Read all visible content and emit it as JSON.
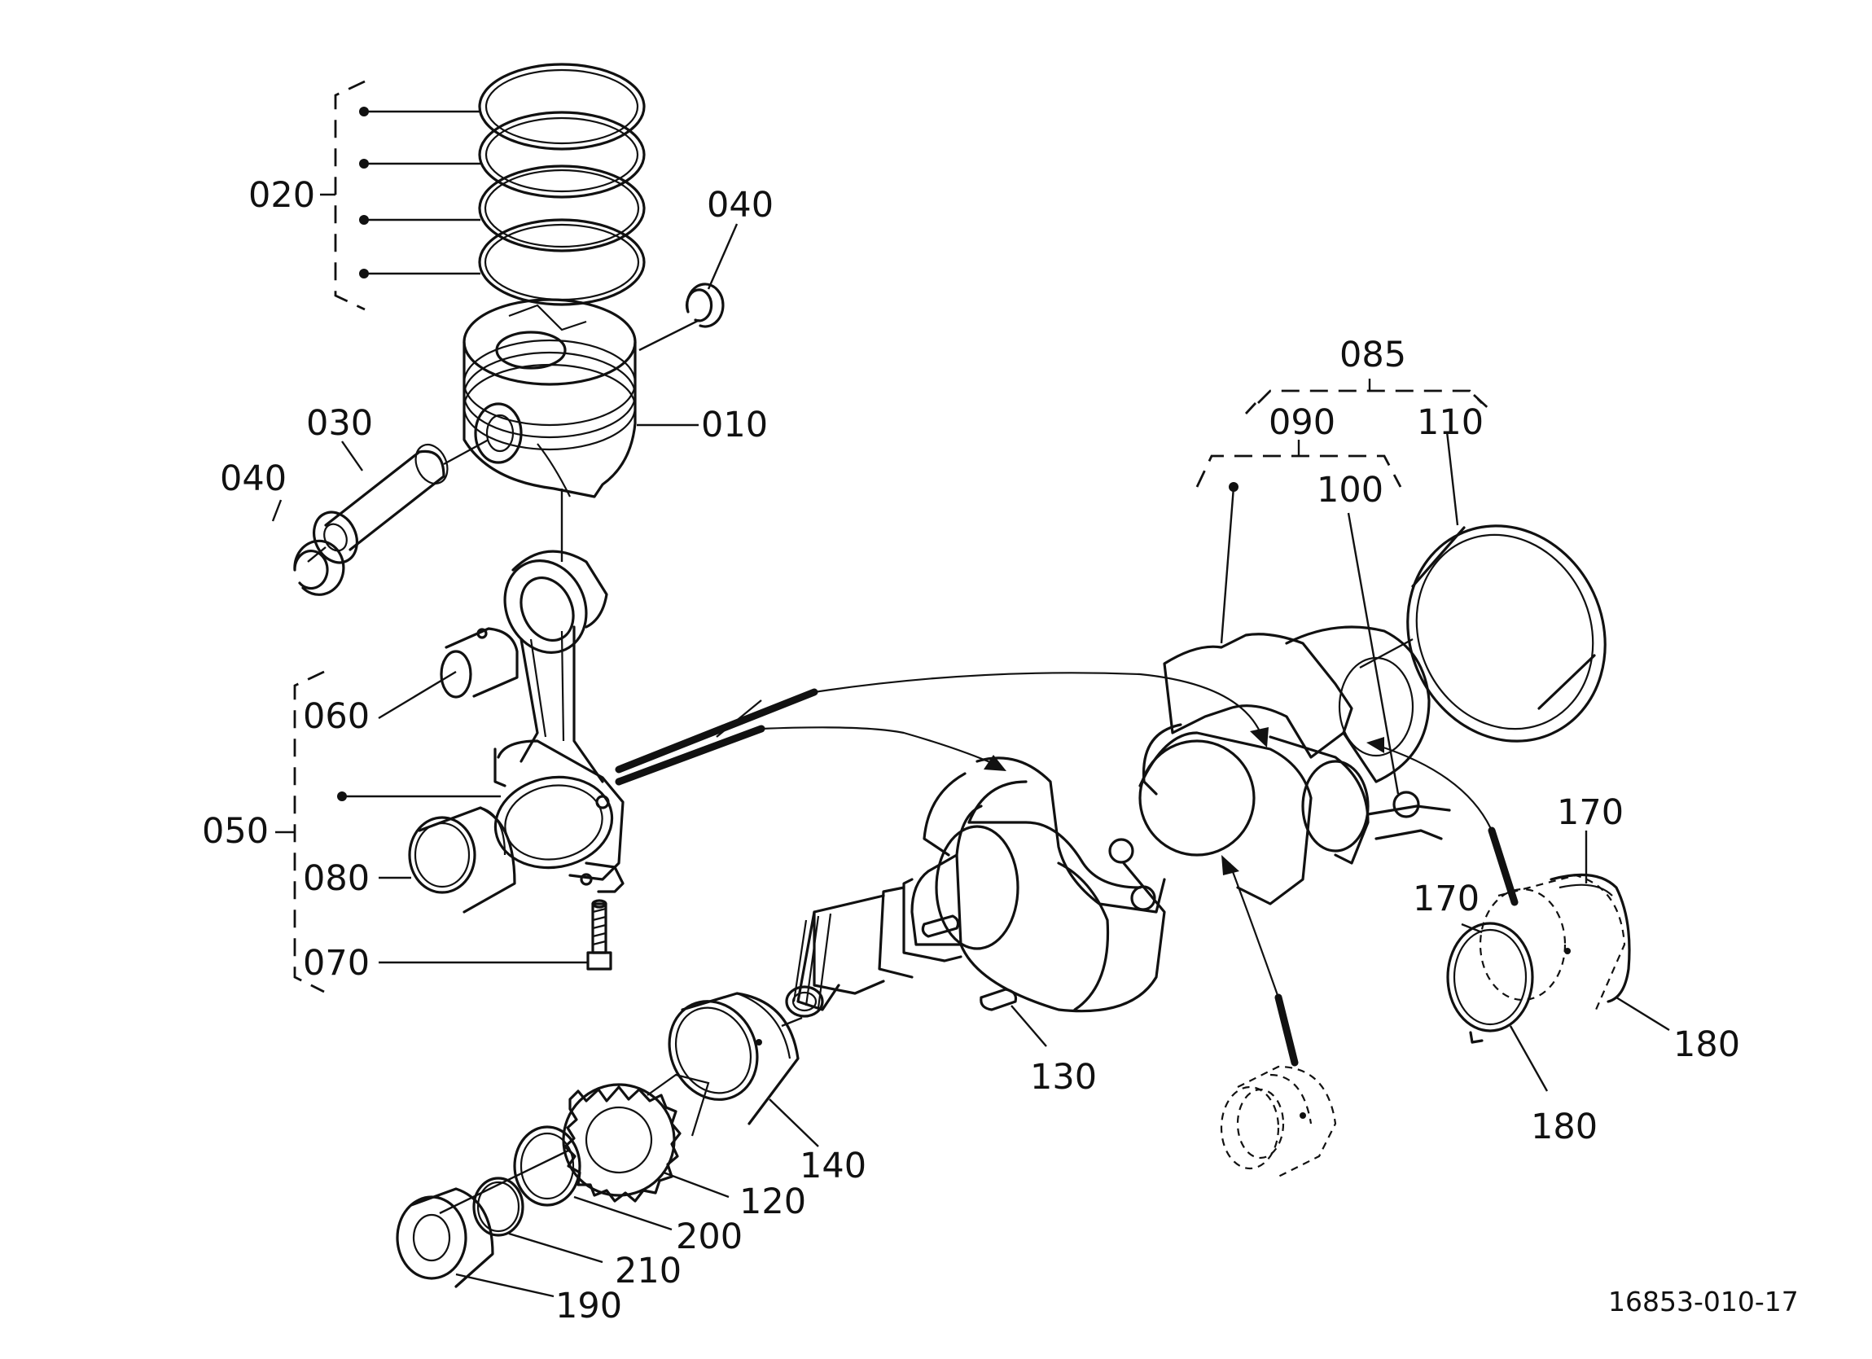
{
  "diagram": {
    "reference_number": "16853-010-17",
    "callouts": {
      "piston": "010",
      "piston_ring_set": "020",
      "piston_pin": "030",
      "snap_ring_upper": "040",
      "snap_ring_left": "040",
      "connecting_rod_assy": "050",
      "small_end_bushing": "060",
      "rod_bolt": "070",
      "crankpin_bearing": "080",
      "crankshaft_assy": "085",
      "crankshaft_set": "090",
      "plug_ball": "100",
      "crankshaft_bearing_front": "110",
      "gear": "120",
      "key": "130",
      "crankshaft_bearing_end": "140",
      "side_bearing_upper": "170",
      "side_bearing_lower": "170",
      "thrust_bearing_right": "180",
      "thrust_bearing_lower": "180",
      "collar": "190",
      "o_ring": "200",
      "washer": "210"
    }
  }
}
